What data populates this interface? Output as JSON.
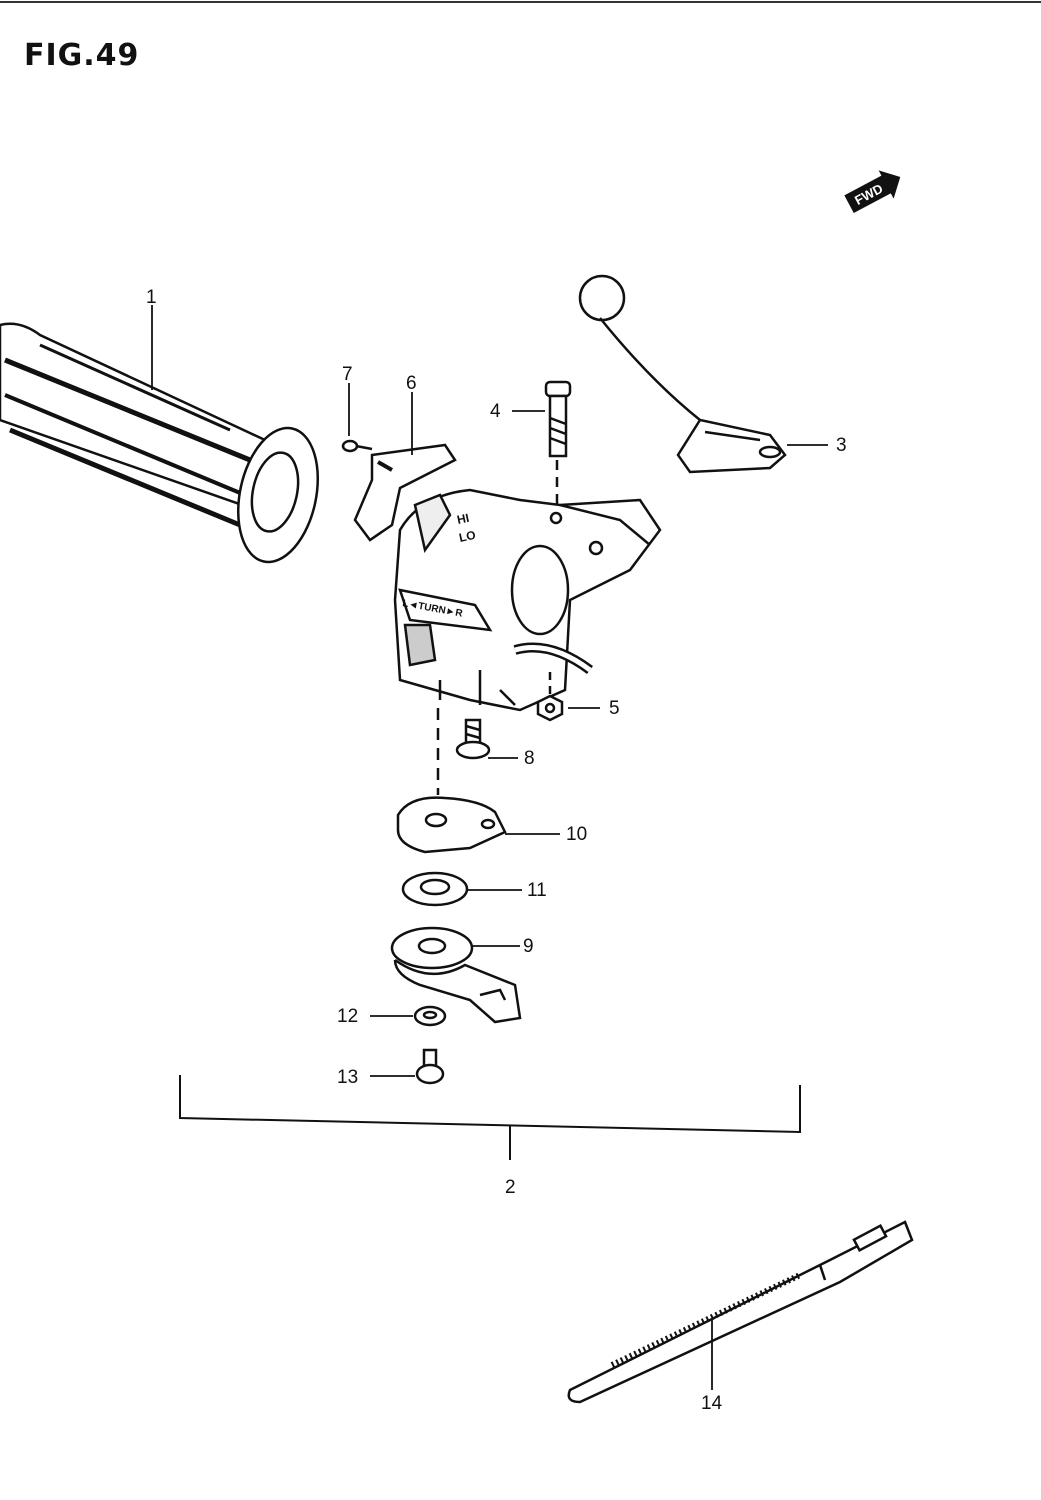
{
  "figure": {
    "title": "FIG.49",
    "direction_tag": "FWD"
  },
  "switch_labels": {
    "hi": "HI",
    "lo": "LO",
    "turn": "L◄TURN►R"
  },
  "callouts": {
    "p1": "1",
    "p2": "2",
    "p3": "3",
    "p4": "4",
    "p5": "5",
    "p6": "6",
    "p7": "7",
    "p8": "8",
    "p9": "9",
    "p10": "10",
    "p11": "11",
    "p12": "12",
    "p13": "13",
    "p14": "14"
  }
}
